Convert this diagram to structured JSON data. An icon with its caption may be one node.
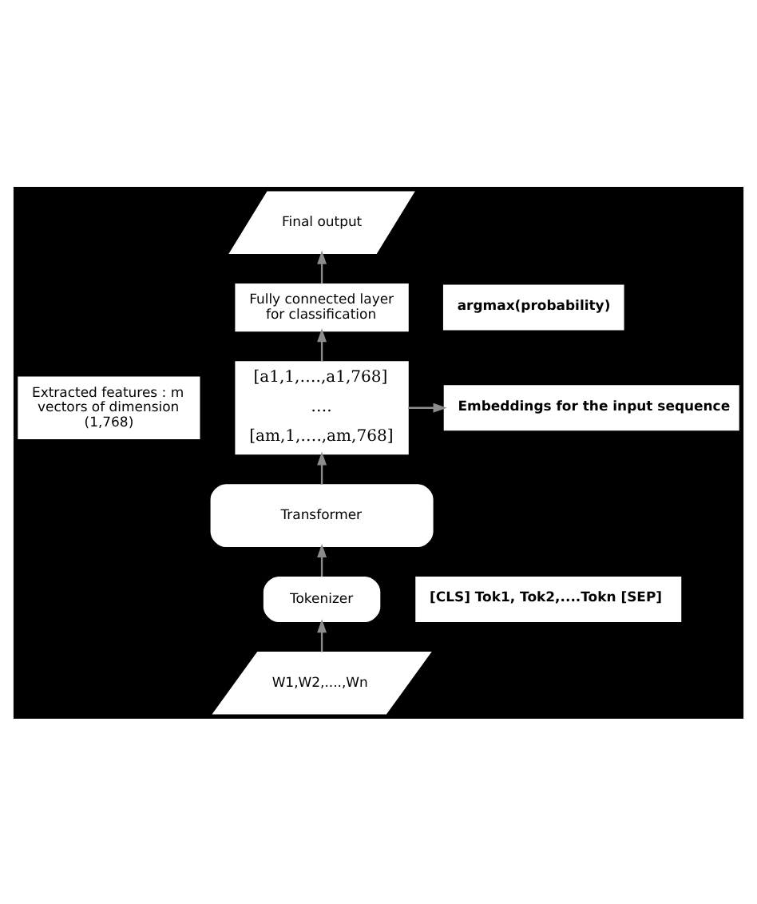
{
  "diagram": {
    "nodes": [
      {
        "text": [
          "Final output"
        ]
      },
      {
        "text": [
          "argmax(probability)"
        ]
      },
      {
        "text": [
          "Fully connected layer for classification"
        ]
      },
      {
        "text": [
          "Extracted features : m vectors of dimension (1,768)"
        ]
      },
      {
        "text": [
          "[a1,1,….,a1,768]",
          "….",
          "[am,1,….,am,768]"
        ]
      },
      {
        "text": [
          "Embeddings for the input sequence"
        ]
      },
      {
        "text": [
          "Transformer"
        ]
      },
      {
        "text": [
          "[CLS] Tok1, Tok2,....Tokn [SEP]"
        ]
      },
      {
        "text": [
          "Tokenizer"
        ]
      },
      {
        "text": [
          "W1,W2,....,Wn"
        ]
      }
    ],
    "edges": [
      {
        "from": 9,
        "to": 8,
        "arrow": "to"
      },
      {
        "from": 8,
        "to": 6,
        "arrow": "to"
      },
      {
        "from": 6,
        "to": 4,
        "arrow": "to"
      },
      {
        "from": 4,
        "to": 5,
        "arrow": "to"
      },
      {
        "from": 4,
        "to": 2,
        "arrow": "to"
      },
      {
        "from": 2,
        "to": 0,
        "arrow": "to"
      }
    ]
  }
}
